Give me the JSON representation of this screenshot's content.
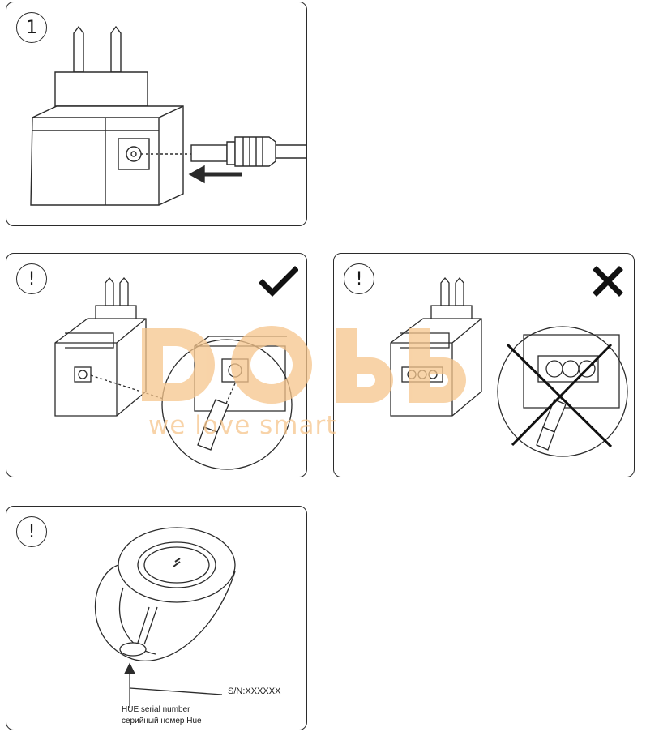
{
  "panels": {
    "step1": {
      "badge": "1"
    },
    "correct": {
      "badge": "!",
      "status": "check-icon"
    },
    "wrong": {
      "badge": "!",
      "status": "cross-icon"
    },
    "serial": {
      "badge": "!",
      "serial_label": "S/N:XXXXXX",
      "caption_en": "HUE serial number",
      "caption_ru": "серийный номер Hue"
    }
  },
  "watermark": {
    "logo": "DOBB",
    "slogan": "we love smart",
    "color": "#f6c58c"
  },
  "colors": {
    "stroke": "#2b2b2b",
    "background": "#ffffff"
  }
}
